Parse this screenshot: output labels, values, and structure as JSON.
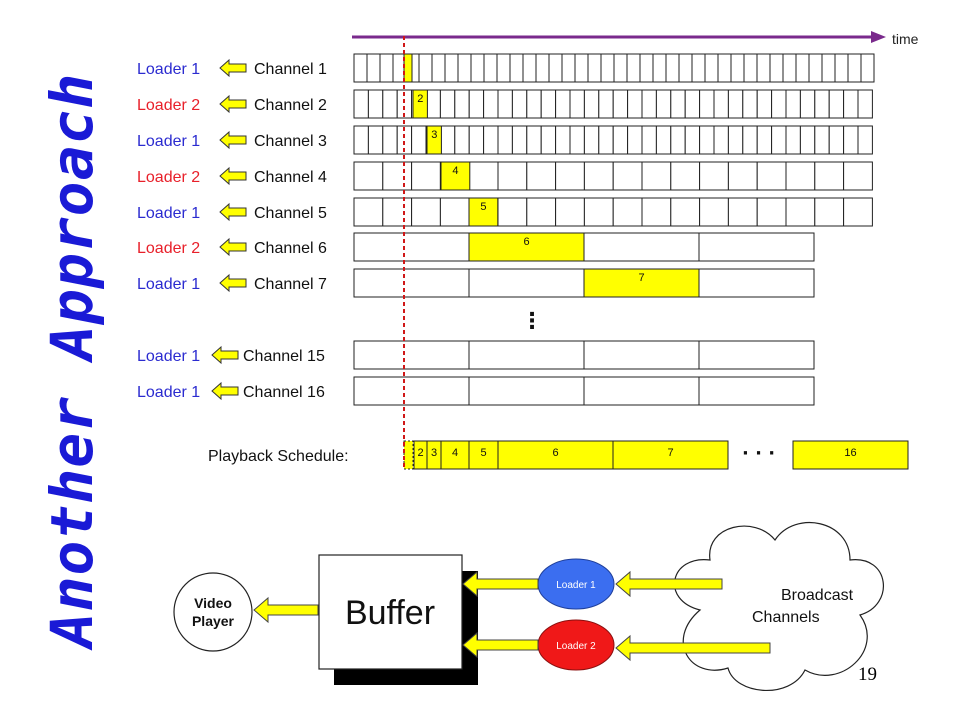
{
  "slide": {
    "title": "Another Approach",
    "page_number": "19",
    "time_label": "time",
    "playback_label": "Playback Schedule:",
    "ellipsis_vertical": "⋮",
    "ellipsis_horizontal": "· · ·"
  },
  "rows": [
    {
      "loader": "Loader 1",
      "loader_color": "#2b2bd0",
      "channel": "Channel 1",
      "segments": 40,
      "active": 3,
      "label": ""
    },
    {
      "loader": "Loader 2",
      "loader_color": "#e8202a",
      "channel": "Channel 2",
      "segments": 36,
      "active": 4,
      "label": "2"
    },
    {
      "loader": "Loader 1",
      "loader_color": "#2b2bd0",
      "channel": "Channel 3",
      "segments": 36,
      "active": 5,
      "label": "3"
    },
    {
      "loader": "Loader 2",
      "loader_color": "#e8202a",
      "channel": "Channel 4",
      "segments": 18,
      "active": 3,
      "label": "4"
    },
    {
      "loader": "Loader 1",
      "loader_color": "#2b2bd0",
      "channel": "Channel 5",
      "segments": 18,
      "active": 4,
      "label": "5"
    },
    {
      "loader": "Loader 2",
      "loader_color": "#e8202a",
      "channel": "Channel 6",
      "segments": 4,
      "active": 2,
      "label": "6"
    },
    {
      "loader": "Loader 1",
      "loader_color": "#2b2bd0",
      "channel": "Channel 7",
      "segments": 4,
      "active": 3,
      "label": "7"
    },
    {
      "loader": "Loader 1",
      "loader_color": "#2b2bd0",
      "channel": "Channel 15",
      "segments": 4,
      "active": 0,
      "label": ""
    },
    {
      "loader": "Loader 1",
      "loader_color": "#2b2bd0",
      "channel": "Channel 16",
      "segments": 4,
      "active": 0,
      "label": ""
    }
  ],
  "playback": [
    "2",
    "3",
    "4",
    "5",
    "6",
    "7",
    "16"
  ],
  "diagram": {
    "video_player": [
      "Video",
      "Player"
    ],
    "buffer": "Buffer",
    "loader1": "Loader 1",
    "loader2": "Loader 2",
    "cloud": [
      "Broadcast",
      "Channels"
    ]
  },
  "colors": {
    "title": "#1a1ad6",
    "yellow": "#ffff00",
    "loader_blue": "#2b2bd0",
    "loader_red": "#e8202a",
    "bubble_blue": "#3b6ef0",
    "bubble_red": "#f01818",
    "timeline": "#7a2a8c",
    "dashed": "#d01818"
  },
  "icons": [
    "left-arrow-icon",
    "right-arrow-icon",
    "cloud-icon"
  ]
}
